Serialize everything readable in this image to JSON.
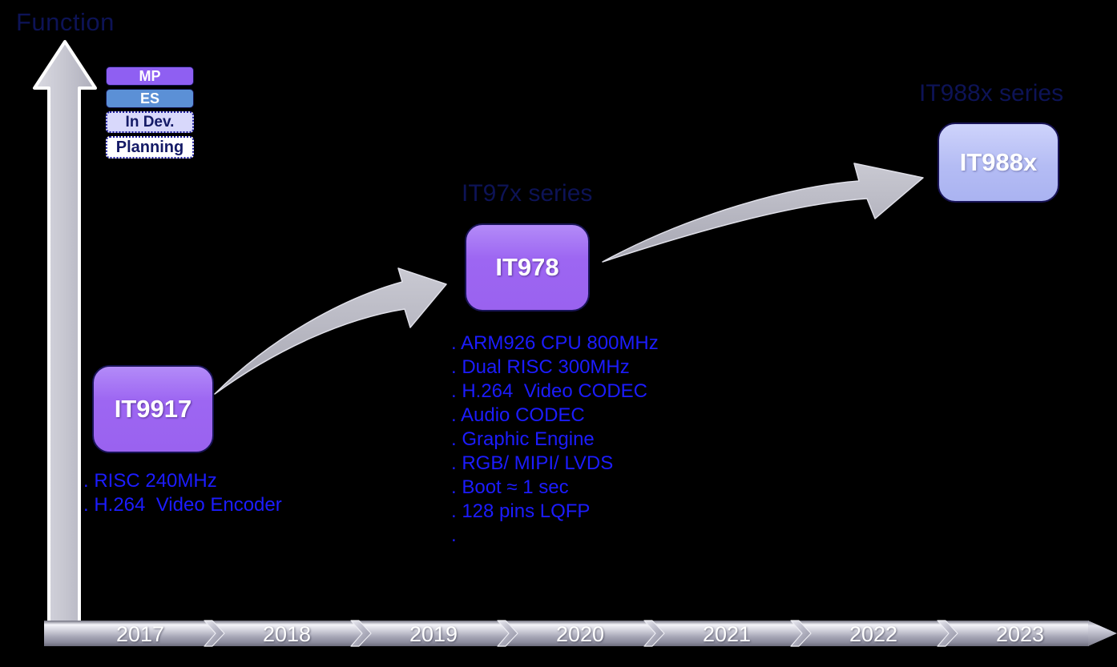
{
  "title": "Function",
  "legend": {
    "items": [
      {
        "label": "MP",
        "status": "mass-production"
      },
      {
        "label": "ES",
        "status": "engineering-sample"
      },
      {
        "label": "In Dev.",
        "status": "in-development"
      },
      {
        "label": "Planning",
        "status": "planning"
      }
    ]
  },
  "products": [
    {
      "name": "IT9917",
      "series": "",
      "status": "MP",
      "features": [
        ". RISC 240MHz",
        ". H.264  Video Encoder"
      ]
    },
    {
      "name": "IT978",
      "series": "IT97x series",
      "status": "MP",
      "features": [
        ". ARM926 CPU 800MHz",
        ". Dual RISC 300MHz",
        ". H.264  Video CODEC",
        ". Audio CODEC",
        ". Graphic Engine",
        ". RGB/ MIPI/ LVDS",
        ". Boot ≈ 1 sec",
        ". 128 pins LQFP",
        "."
      ]
    },
    {
      "name": "IT988x",
      "series": "IT988x series",
      "status": "In Dev.",
      "features": []
    }
  ],
  "timeline": {
    "years": [
      "2017",
      "2018",
      "2019",
      "2020",
      "2021",
      "2022",
      "2023"
    ]
  },
  "colors": {
    "background": "#000000",
    "heading_navy": "#0d1356",
    "feature_blue": "#1c1cff",
    "mp_purple": "#8f5ff2",
    "es_blue": "#5b90d6",
    "in_dev_lavender": "#d8d8fb",
    "planning_white": "#ffffff",
    "timeline_silver": "#b9b9c6",
    "arrow_gray": "#b5b5bf"
  }
}
